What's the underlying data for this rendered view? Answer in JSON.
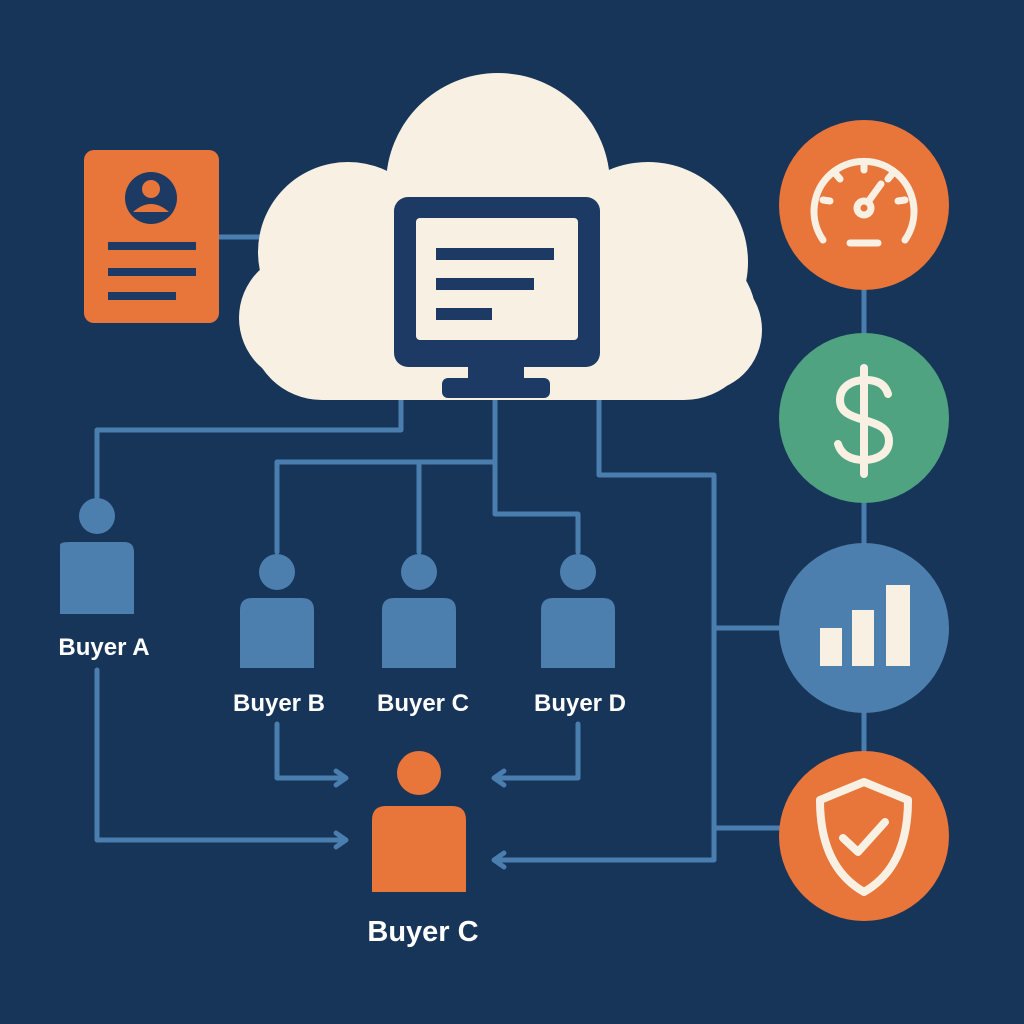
{
  "colors": {
    "background": "#173459",
    "cloud": "#f8f1e3",
    "navy": "#1c3a63",
    "connector": "#4a7eaf",
    "buyer_blue": "#4c7fae",
    "accent_orange": "#e8753a",
    "money_green": "#4fa381",
    "analytics_blue": "#4c7fae",
    "label_text": "#ffffff"
  },
  "nodes": {
    "profile_card": {
      "icon": "user-profile-card-icon"
    },
    "cloud": {
      "icon": "cloud-icon",
      "screen_icon": "document-monitor-icon"
    },
    "services": [
      {
        "name": "speed",
        "icon": "speedometer-icon",
        "color": "#e8753a"
      },
      {
        "name": "money",
        "icon": "dollar-icon",
        "color": "#4fa381"
      },
      {
        "name": "analytics",
        "icon": "bar-chart-icon",
        "color": "#4c7fae"
      },
      {
        "name": "security",
        "icon": "shield-check-icon",
        "color": "#e8753a"
      }
    ]
  },
  "buyers": {
    "a": {
      "label": "Buyer A",
      "icon": "person-icon"
    },
    "b": {
      "label": "Buyer B",
      "icon": "person-icon"
    },
    "c": {
      "label": "Buyer C",
      "icon": "person-icon"
    },
    "d": {
      "label": "Buyer D",
      "icon": "person-icon"
    },
    "selected": {
      "label": "Buyer C",
      "icon": "person-icon"
    }
  }
}
